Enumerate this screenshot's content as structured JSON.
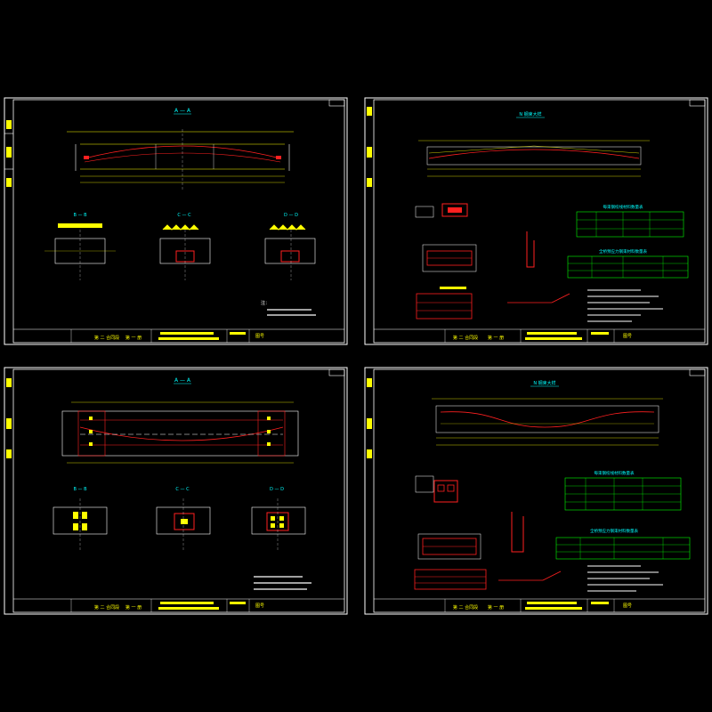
{
  "sheets": [
    {
      "id": "sheet-1",
      "section_main": "A — A",
      "sections": [
        "B — B",
        "C — C",
        "D — D"
      ],
      "notes_title": "注：",
      "title_block": {
        "left": "第 二 合同段",
        "mid": "第 一 册",
        "sheet_label": "图号"
      }
    },
    {
      "id": "sheet-2",
      "section_main": "N 钢束大样",
      "table1_title": "每束钢绞线材料数量表",
      "table2_title": "全桥预应力钢束材料数量表",
      "table3_title": "锚具材料数量表",
      "title_block": {
        "left": "第 二 合同段",
        "mid": "第 一 册",
        "sheet_label": "图号"
      }
    },
    {
      "id": "sheet-3",
      "section_main": "A — A",
      "sections": [
        "B — B",
        "C — C",
        "D — D"
      ],
      "title_block": {
        "left": "第 二 合同段",
        "mid": "第 一 册",
        "sheet_label": "图号"
      }
    },
    {
      "id": "sheet-4",
      "section_main": "N 钢束大样",
      "table1_title": "每束钢绞线材料数量表",
      "table2_title": "全桥预应力钢束材料数量表",
      "table3_title": "锚具材料数量表",
      "title_block": {
        "left": "第 二 合同段",
        "mid": "第 一 册",
        "sheet_label": "图号"
      }
    }
  ],
  "colors": {
    "frame": "#ffffff",
    "dim": "#ffff00",
    "tendon": "#ff2020",
    "detail": "#00ff00",
    "accent": "#00ffff",
    "background": "#000000"
  }
}
